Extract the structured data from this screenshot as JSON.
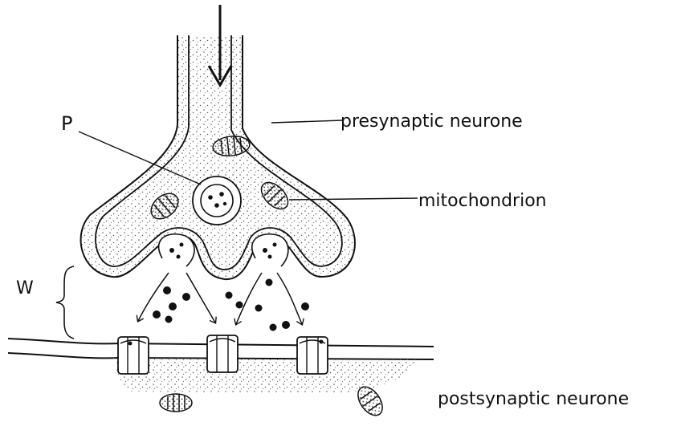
{
  "labels": {
    "presynaptic": "presynaptic neurone",
    "mitochondrion": "mitochondrion",
    "postsynaptic": "postsynaptic neurone",
    "p": "P",
    "w": "W"
  },
  "colors": {
    "line": "#111111",
    "stipple": "#555555",
    "background": "#ffffff"
  },
  "icons": {
    "impulse_arrow": "down-arrow-icon"
  }
}
